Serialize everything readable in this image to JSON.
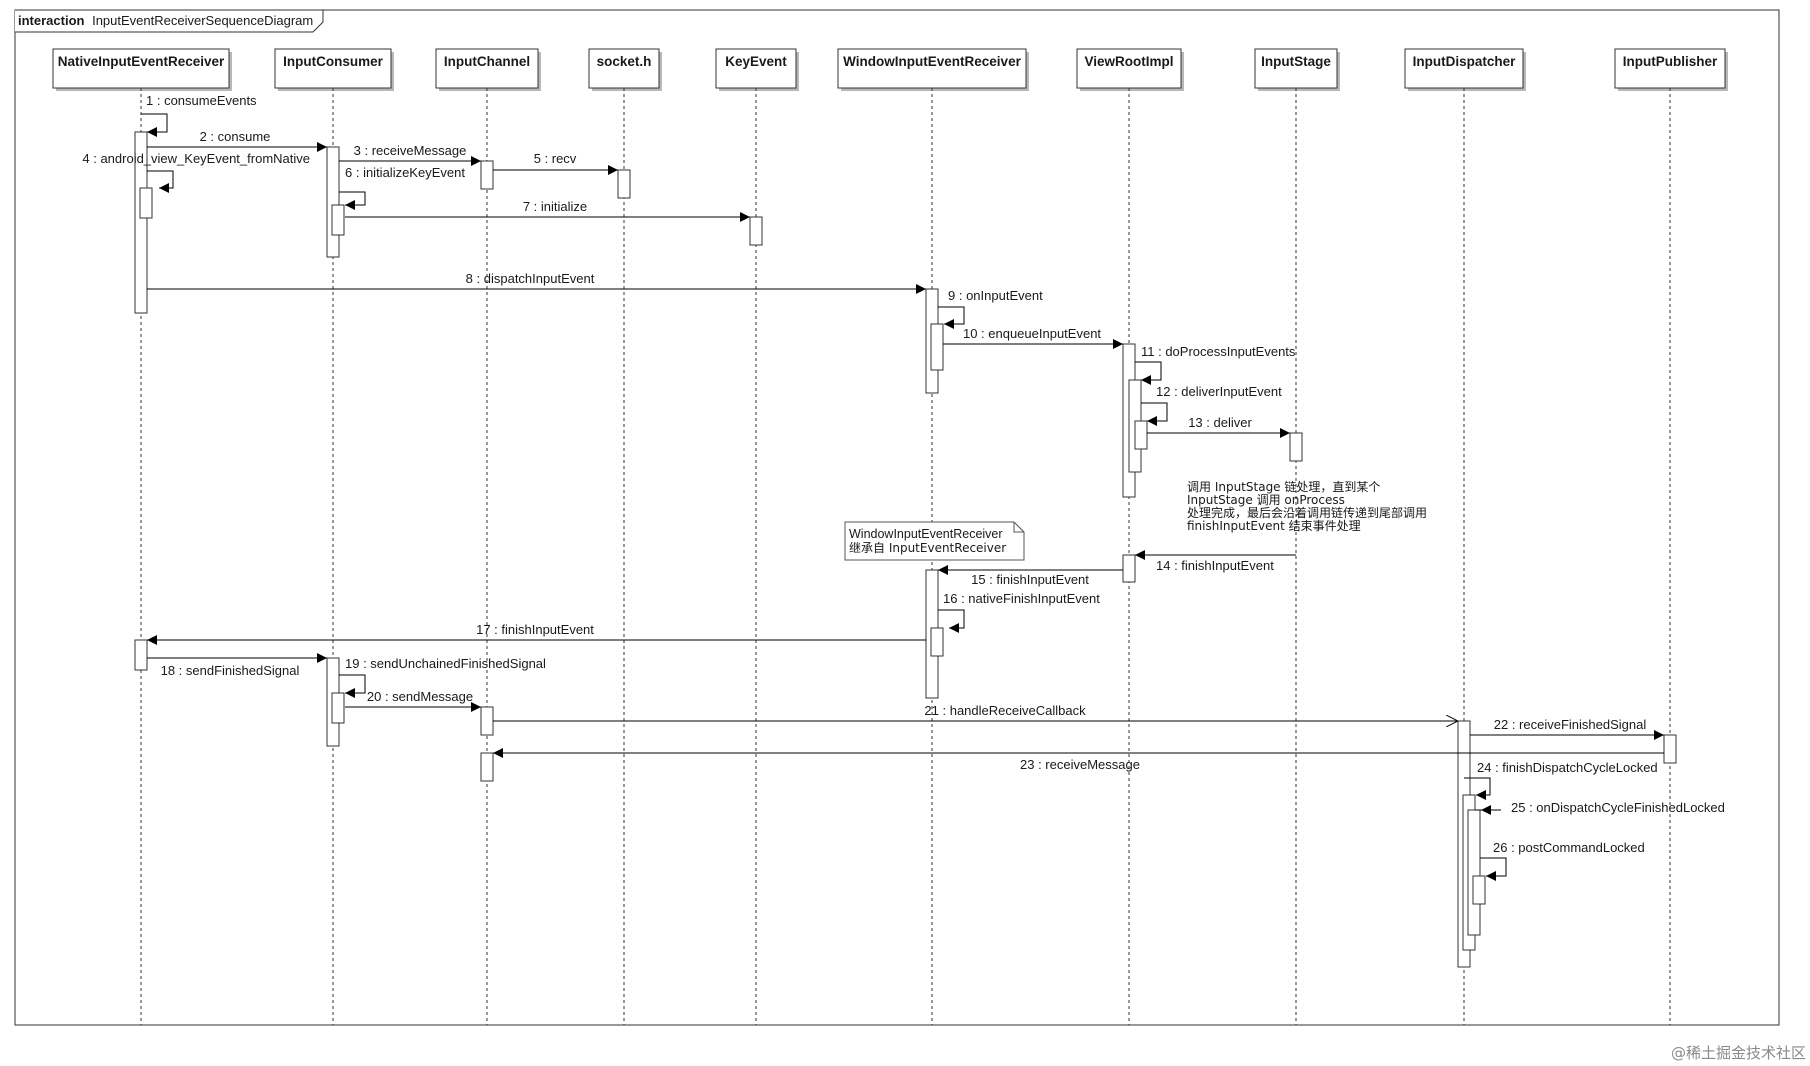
{
  "frame": {
    "keyword": "interaction",
    "name": "InputEventReceiverSequenceDiagram"
  },
  "lifelines": [
    {
      "id": "nier",
      "name": "NativeInputEventReceiver"
    },
    {
      "id": "ic",
      "name": "InputConsumer"
    },
    {
      "id": "ich",
      "name": "InputChannel"
    },
    {
      "id": "sock",
      "name": "socket.h"
    },
    {
      "id": "ke",
      "name": "KeyEvent"
    },
    {
      "id": "wier",
      "name": "WindowInputEventReceiver"
    },
    {
      "id": "vri",
      "name": "ViewRootImpl"
    },
    {
      "id": "is",
      "name": "InputStage"
    },
    {
      "id": "idisp",
      "name": "InputDispatcher"
    },
    {
      "id": "ipub",
      "name": "InputPublisher"
    }
  ],
  "messages": [
    {
      "n": 1,
      "label": "1 : consumeEvents",
      "from": "nier",
      "to": "nier"
    },
    {
      "n": 2,
      "label": "2 : consume",
      "from": "nier",
      "to": "ic"
    },
    {
      "n": 3,
      "label": "3 : receiveMessage",
      "from": "ic",
      "to": "ich"
    },
    {
      "n": 4,
      "label": "4 : android_view_KeyEvent_fromNative",
      "from": "nier",
      "to": "nier"
    },
    {
      "n": 5,
      "label": "5 : recv",
      "from": "ich",
      "to": "sock"
    },
    {
      "n": 6,
      "label": "6 : initializeKeyEvent",
      "from": "ic",
      "to": "ic"
    },
    {
      "n": 7,
      "label": "7 : initialize",
      "from": "ic",
      "to": "ke"
    },
    {
      "n": 8,
      "label": "8 : dispatchInputEvent",
      "from": "nier",
      "to": "wier"
    },
    {
      "n": 9,
      "label": "9 : onInputEvent",
      "from": "wier",
      "to": "wier"
    },
    {
      "n": 10,
      "label": "10 : enqueueInputEvent",
      "from": "wier",
      "to": "vri"
    },
    {
      "n": 11,
      "label": "11 : doProcessInputEvents",
      "from": "vri",
      "to": "vri"
    },
    {
      "n": 12,
      "label": "12 : deliverInputEvent",
      "from": "vri",
      "to": "vri"
    },
    {
      "n": 13,
      "label": "13 : deliver",
      "from": "vri",
      "to": "is"
    },
    {
      "n": 14,
      "label": "14 : finishInputEvent",
      "from": "is",
      "to": "vri"
    },
    {
      "n": 15,
      "label": "15 : finishInputEvent",
      "from": "vri",
      "to": "wier"
    },
    {
      "n": 16,
      "label": "16 : nativeFinishInputEvent",
      "from": "wier",
      "to": "wier"
    },
    {
      "n": 17,
      "label": "17 : finishInputEvent",
      "from": "wier",
      "to": "nier"
    },
    {
      "n": 18,
      "label": "18 : sendFinishedSignal",
      "from": "nier",
      "to": "ic"
    },
    {
      "n": 19,
      "label": "19 : sendUnchainedFinishedSignal",
      "from": "ic",
      "to": "ic"
    },
    {
      "n": 20,
      "label": "20 : sendMessage",
      "from": "ic",
      "to": "ich"
    },
    {
      "n": 21,
      "label": "21 : handleReceiveCallback",
      "from": "ich",
      "to": "idisp"
    },
    {
      "n": 22,
      "label": "22 : receiveFinishedSignal",
      "from": "idisp",
      "to": "ipub"
    },
    {
      "n": 23,
      "label": "23 : receiveMessage",
      "from": "ipub",
      "to": "ich"
    },
    {
      "n": 24,
      "label": "24 : finishDispatchCycleLocked",
      "from": "idisp",
      "to": "idisp"
    },
    {
      "n": 25,
      "label": "25 : onDispatchCycleFinishedLocked",
      "from": "idisp",
      "to": "idisp"
    },
    {
      "n": 26,
      "label": "26 : postCommandLocked",
      "from": "idisp",
      "to": "idisp"
    }
  ],
  "notes": [
    {
      "id": "note-wier",
      "lines": [
        "WindowInputEventReceiver",
        "继承自 InputEventReceiver"
      ]
    },
    {
      "id": "note-is",
      "lines": [
        "调用 InputStage 链处理，直到某个",
        "InputStage 调用 onProcess",
        "处理完成，最后会沿着调用链传递到尾部调用",
        "finishInputEvent 结束事件处理"
      ]
    }
  ],
  "watermark": "@稀土掘金技术社区"
}
